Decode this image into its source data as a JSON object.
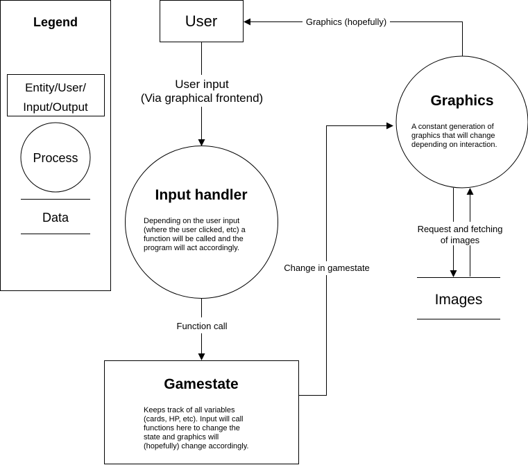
{
  "legend": {
    "title": "Legend",
    "entity_label_lines": [
      "Entity/User/",
      "Input/Output"
    ],
    "process_label": "Process",
    "data_label": "Data"
  },
  "nodes": {
    "user": {
      "label": "User"
    },
    "input_handler": {
      "title": "Input handler",
      "desc_lines": [
        "Depending on the user input",
        "(where the user clicked, etc) a",
        "function will be called and the",
        "program will act accordingly."
      ]
    },
    "graphics": {
      "title": "Graphics",
      "desc_lines": [
        "A constant generation of",
        "graphics that will change",
        "depending on interaction."
      ]
    },
    "gamestate": {
      "title": "Gamestate",
      "desc_lines": [
        "Keeps track of all variables",
        "(cards, HP, etc). Input will call",
        "functions here to change the",
        "state and graphics will",
        "(hopefully) change accordingly."
      ]
    },
    "images": {
      "label": "Images"
    }
  },
  "edges": {
    "user_input_lines": [
      "User input",
      "(Via graphical frontend)"
    ],
    "graphics_hopefully": "Graphics (hopefully)",
    "function_call": "Function call",
    "change_gamestate": "Change in gamestate",
    "request_images_lines": [
      "Request and fetching",
      "of images"
    ]
  }
}
